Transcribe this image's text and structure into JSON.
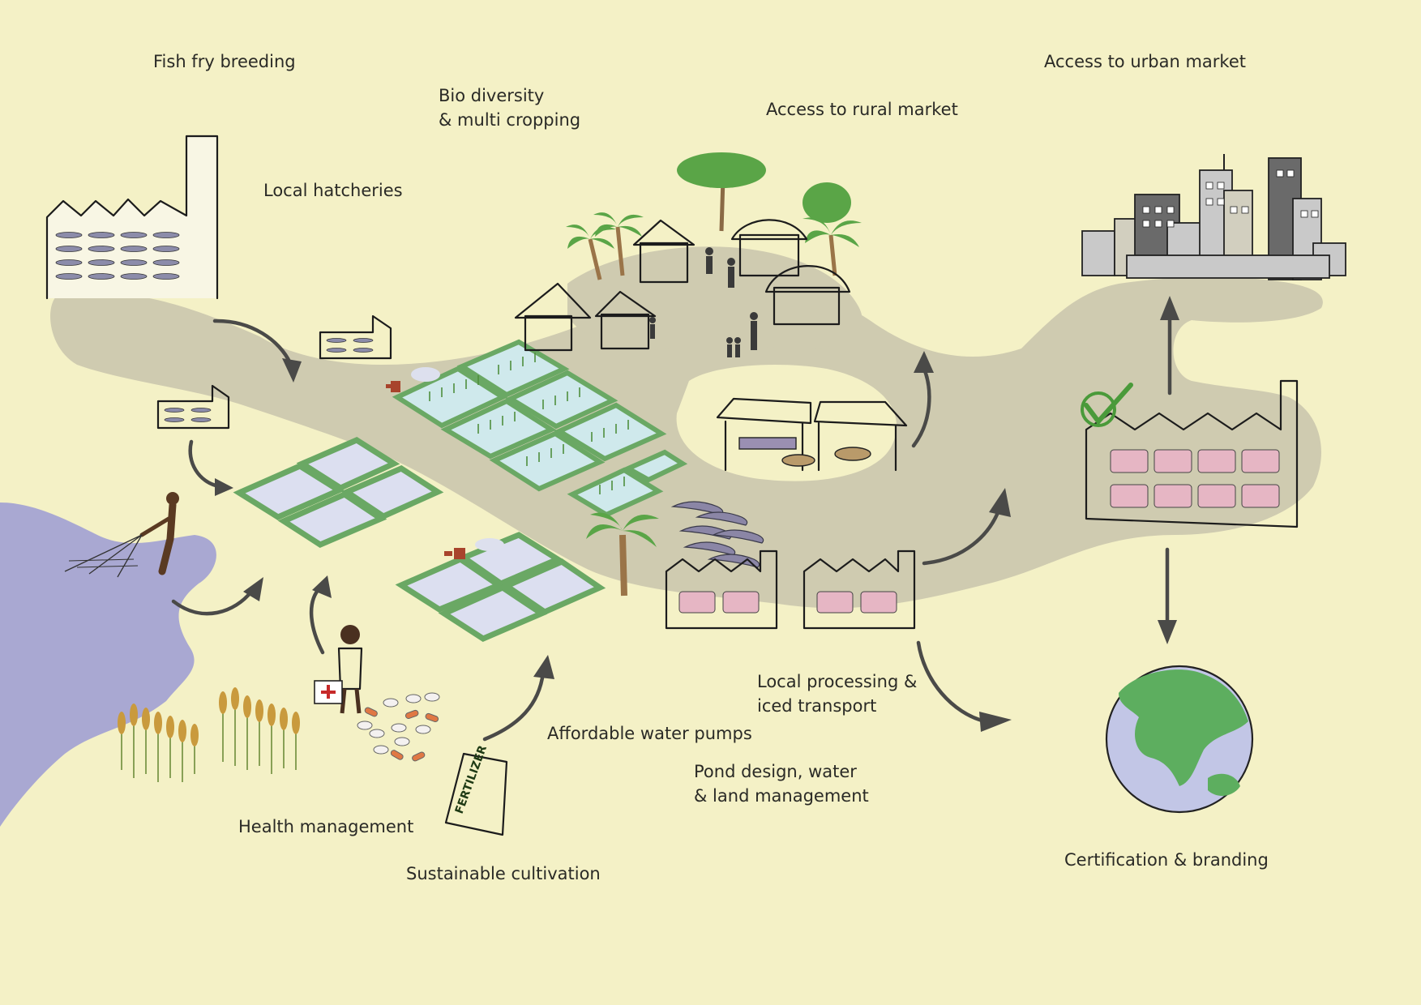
{
  "labels": {
    "fish_fry_breeding": "Fish fry breeding",
    "bio_diversity_line1": "Bio diversity",
    "bio_diversity_line2": "& multi cropping",
    "access_rural_market": "Access to rural market",
    "access_urban_market": "Access to urban market",
    "local_hatcheries": "Local hatcheries",
    "local_processing_line1": "Local processing &",
    "local_processing_line2": "iced transport",
    "affordable_water_pumps": "Affordable water pumps",
    "pond_design_line1": "Pond design, water",
    "pond_design_line2": "& land management",
    "health_management": "Health management",
    "sustainable_cultivation": "Sustainable cultivation",
    "certification_branding": "Certification & branding",
    "fertilizer_bag_text": "FERTILIZER"
  },
  "colors": {
    "background": "#f4f1c6",
    "road": "#cfcbb0",
    "water": "#a9a8d2",
    "pond_border": "#6aa864",
    "pond_water": "#dcdff0",
    "paddy_water": "#cfe9ec",
    "hut_wall": "#e0a877",
    "hut_roof": "#c98c5a",
    "tree_green": "#5aa547",
    "palm_trunk": "#9a7448",
    "city_dark": "#6a6a6a",
    "city_light": "#c9c9c9",
    "globe_water": "#c2c6e6",
    "globe_land": "#5dae5f",
    "check_green": "#4a9a3a",
    "arrow": "#4a4a48",
    "shrimp": "#8b86a6",
    "box_pink": "#e6b6c4"
  },
  "icons": [
    "factory-icon",
    "hatchery-icon",
    "fisherman-icon",
    "fish-pond-icon",
    "paddy-field-icon",
    "village-icon",
    "market-stall-icon",
    "palm-tree-icon",
    "shrimp-icon",
    "processing-plant-icon",
    "city-icon",
    "checkmark-icon",
    "globe-icon",
    "health-worker-icon",
    "pills-icon",
    "wheat-icon",
    "fertilizer-bag-icon",
    "water-pump-icon",
    "arrow-icon"
  ]
}
